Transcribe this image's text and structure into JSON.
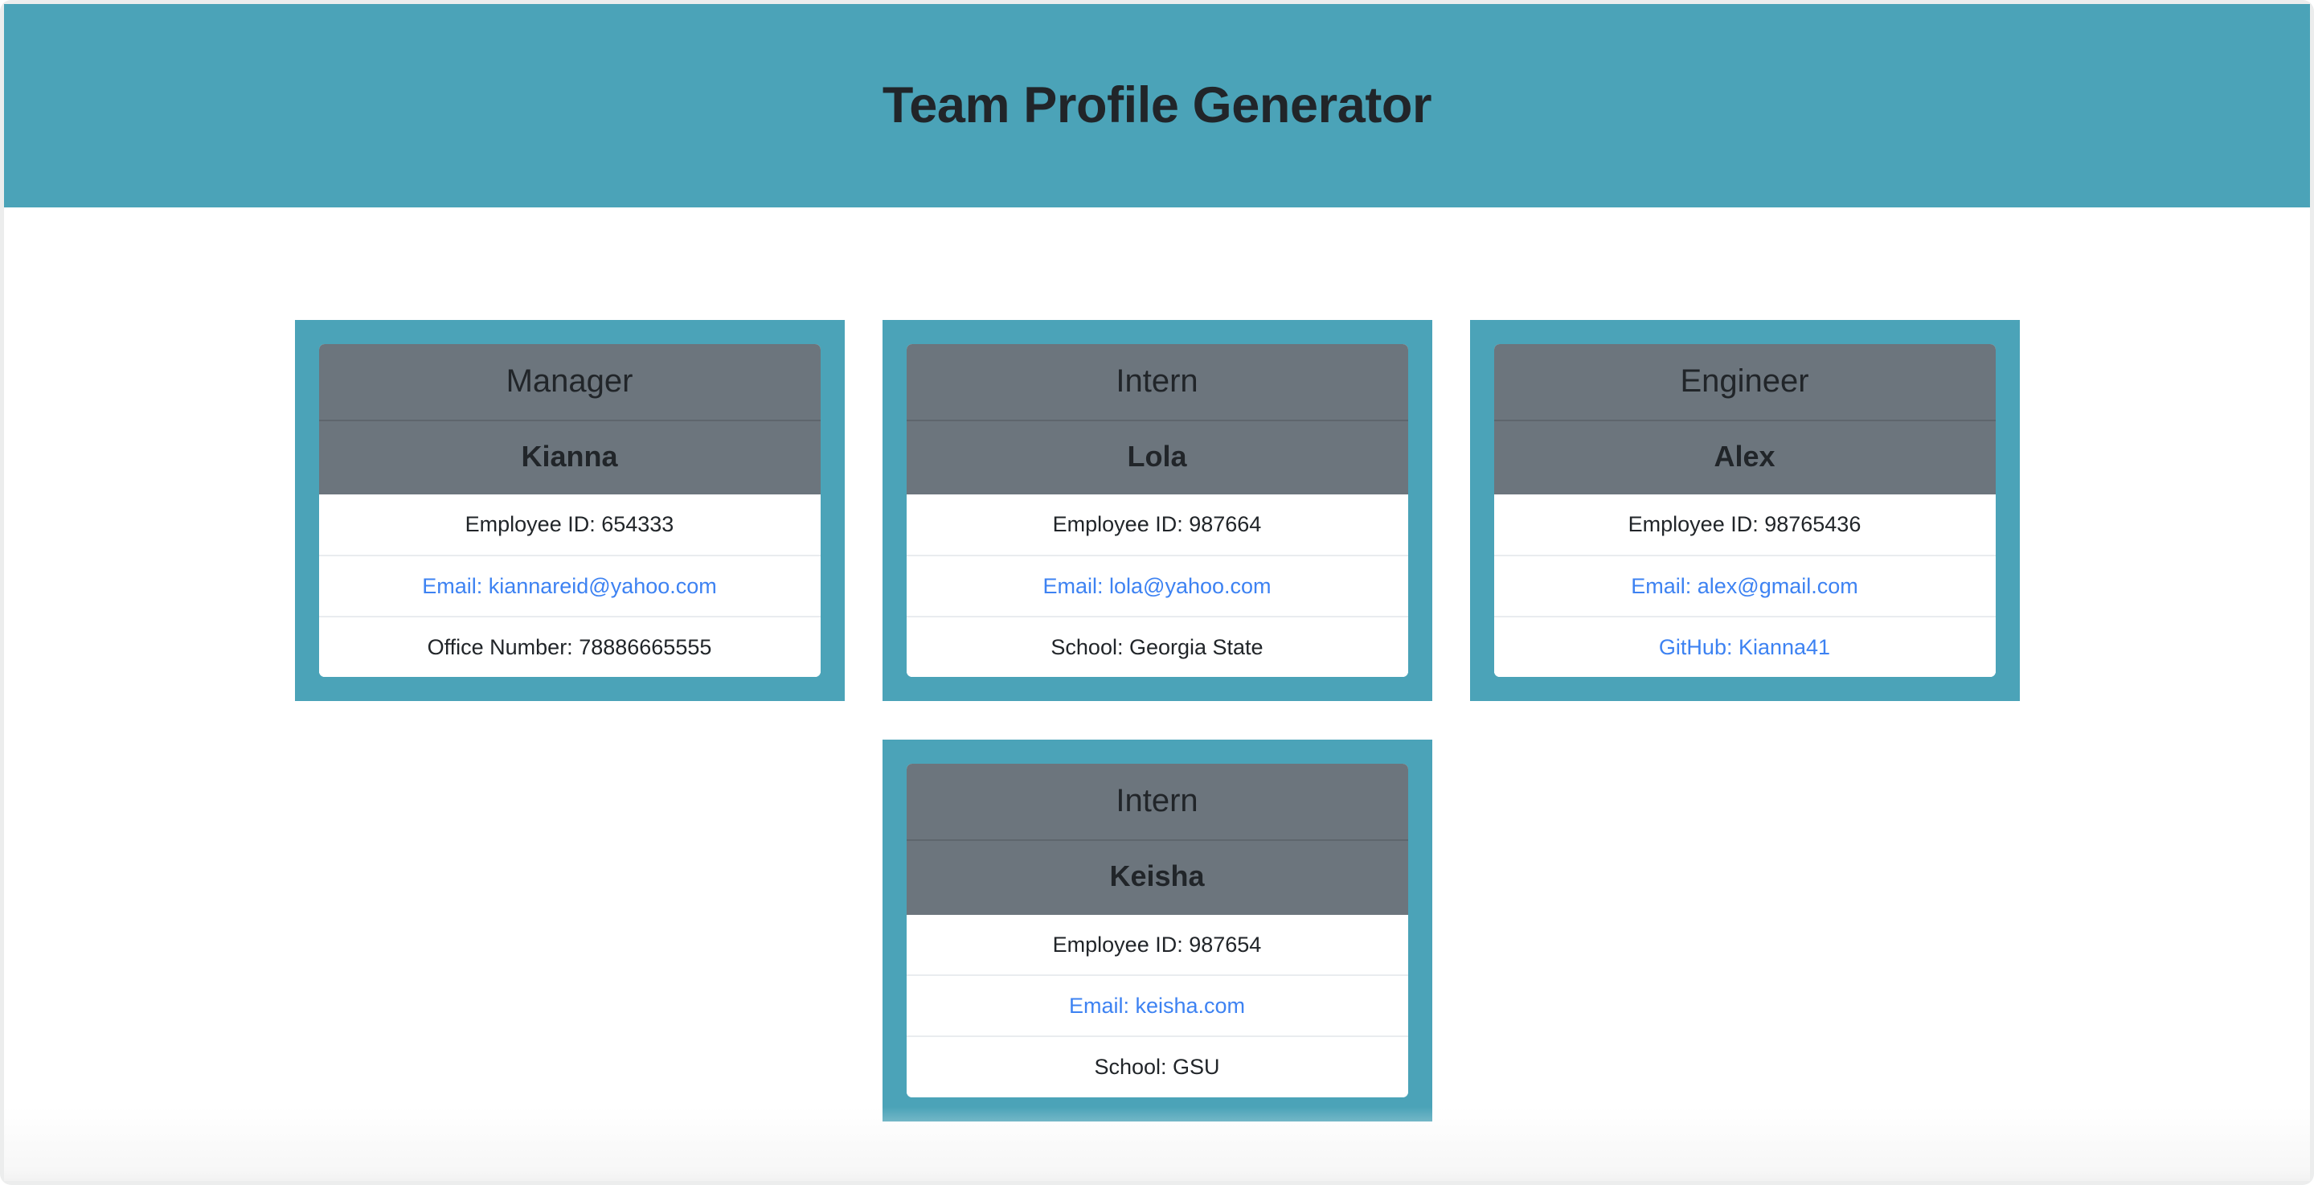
{
  "header": {
    "title": "Team Profile Generator",
    "background_color": "#4ba3b8",
    "title_color": "#212529"
  },
  "theme": {
    "accent_teal": "#4ba3b8",
    "card_head_gray": "#6c757d",
    "link_blue": "#3d82f2",
    "body_text": "#212529",
    "card_body_white": "#ffffff",
    "row_divider": "#e9ecef"
  },
  "cards": [
    {
      "role": "Manager",
      "name": "Kianna",
      "rows": [
        {
          "text": "Employee ID: 654333",
          "type": "text",
          "name": "employee-id-row"
        },
        {
          "text": "Email: kiannareid@yahoo.com",
          "type": "link",
          "name": "email-row"
        },
        {
          "text": "Office Number: 78886665555",
          "type": "text",
          "name": "office-number-row"
        }
      ]
    },
    {
      "role": "Intern",
      "name": "Lola",
      "rows": [
        {
          "text": "Employee ID: 987664",
          "type": "text",
          "name": "employee-id-row"
        },
        {
          "text": "Email: lola@yahoo.com",
          "type": "link",
          "name": "email-row"
        },
        {
          "text": "School: Georgia State",
          "type": "text",
          "name": "school-row"
        }
      ]
    },
    {
      "role": "Engineer",
      "name": "Alex",
      "rows": [
        {
          "text": "Employee ID: 98765436",
          "type": "text",
          "name": "employee-id-row"
        },
        {
          "text": "Email: alex@gmail.com",
          "type": "link",
          "name": "email-row"
        },
        {
          "text": "GitHub: Kianna41",
          "type": "link",
          "name": "github-row"
        }
      ]
    },
    {
      "role": "Intern",
      "name": "Keisha",
      "rows": [
        {
          "text": "Employee ID: 987654",
          "type": "text",
          "name": "employee-id-row"
        },
        {
          "text": "Email: keisha.com",
          "type": "link",
          "name": "email-row"
        },
        {
          "text": "School: GSU",
          "type": "text",
          "name": "school-row"
        }
      ]
    }
  ],
  "layout": {
    "row_one_card_indexes": [
      0,
      1,
      2
    ],
    "row_two_card_indexes": [
      3
    ]
  }
}
